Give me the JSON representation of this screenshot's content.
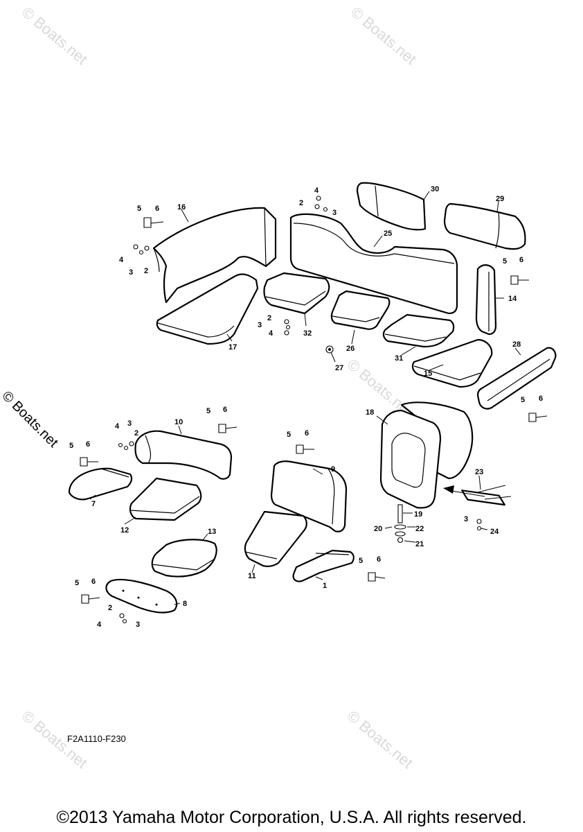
{
  "watermark": "© Boats.net",
  "figure_code": "F2A1110-F230",
  "copyright": "©2013 Yamaha Motor Corporation, U.S.A. All rights reserved.",
  "callouts": {
    "p1": "1",
    "p2a": "2",
    "p2b": "2",
    "p2c": "2",
    "p2d": "2",
    "p2e": "2",
    "p3a": "3",
    "p3b": "3",
    "p3c": "3",
    "p3d": "3",
    "p3e": "3",
    "p3f": "3",
    "p4a": "4",
    "p4b": "4",
    "p4c": "4",
    "p4d": "4",
    "p4e": "4",
    "p5a": "5",
    "p5b": "5",
    "p5c": "5",
    "p5d": "5",
    "p5e": "5",
    "p5f": "5",
    "p5g": "5",
    "p5h": "5",
    "p6a": "6",
    "p6b": "6",
    "p6c": "6",
    "p6d": "6",
    "p6e": "6",
    "p6f": "6",
    "p6g": "6",
    "p6h": "6",
    "p7": "7",
    "p8": "8",
    "p9": "9",
    "p10": "10",
    "p11": "11",
    "p12": "12",
    "p13": "13",
    "p14": "14",
    "p15": "15",
    "p16": "16",
    "p17": "17",
    "p18": "18",
    "p19": "19",
    "p20": "20",
    "p21": "21",
    "p22": "22",
    "p23": "23",
    "p24": "24",
    "p25": "25",
    "p26": "26",
    "p27": "27",
    "p28": "28",
    "p29": "29",
    "p30": "30",
    "p31": "31",
    "p32": "32"
  }
}
